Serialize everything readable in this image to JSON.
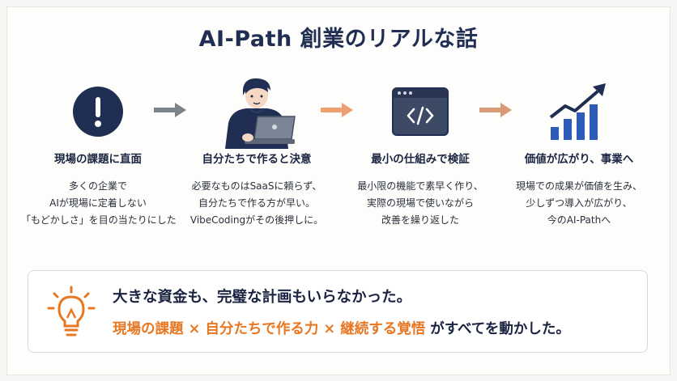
{
  "title": "AI-Path 創業のリアルな話",
  "steps": [
    {
      "icon": "exclamation-circle-icon",
      "title": "現場の課題に直面",
      "lines": [
        "多くの企業で",
        "AIが現場に定着しない",
        "「もどかしさ」を目の当たりにした"
      ]
    },
    {
      "icon": "person-laptop-icon",
      "title": "自分たちで作ると決意",
      "lines": [
        "必要なものはSaaSに頼らず、",
        "自分たちで作る方が早い。",
        "VibeCodingがその後押しに。"
      ]
    },
    {
      "icon": "code-window-icon",
      "title": "最小の仕組みで検証",
      "lines": [
        "最小限の機能で素早く作り、",
        "実際の現場で使いながら",
        "改善を繰り返した"
      ]
    },
    {
      "icon": "growth-chart-icon",
      "title": "価値が広がり、事業へ",
      "lines": [
        "現場での成果が価値を生み、",
        "少しずつ導入が広がり、",
        "今のAI-Pathへ"
      ]
    }
  ],
  "callout": {
    "icon": "lightbulb-icon",
    "line1": "大きな資金も、完璧な計画もいらなかった。",
    "line2_highlight": "現場の課題 × 自分たちで作る力 × 継続する覚悟",
    "line2_rest": "がすべてを動かした。"
  },
  "colors": {
    "navy": "#1f2e52",
    "accent_orange": "#e87722",
    "arrow_gray": "#7d838d",
    "arrow_orange": "#f0a070",
    "arrow_tan": "#d99a78"
  }
}
